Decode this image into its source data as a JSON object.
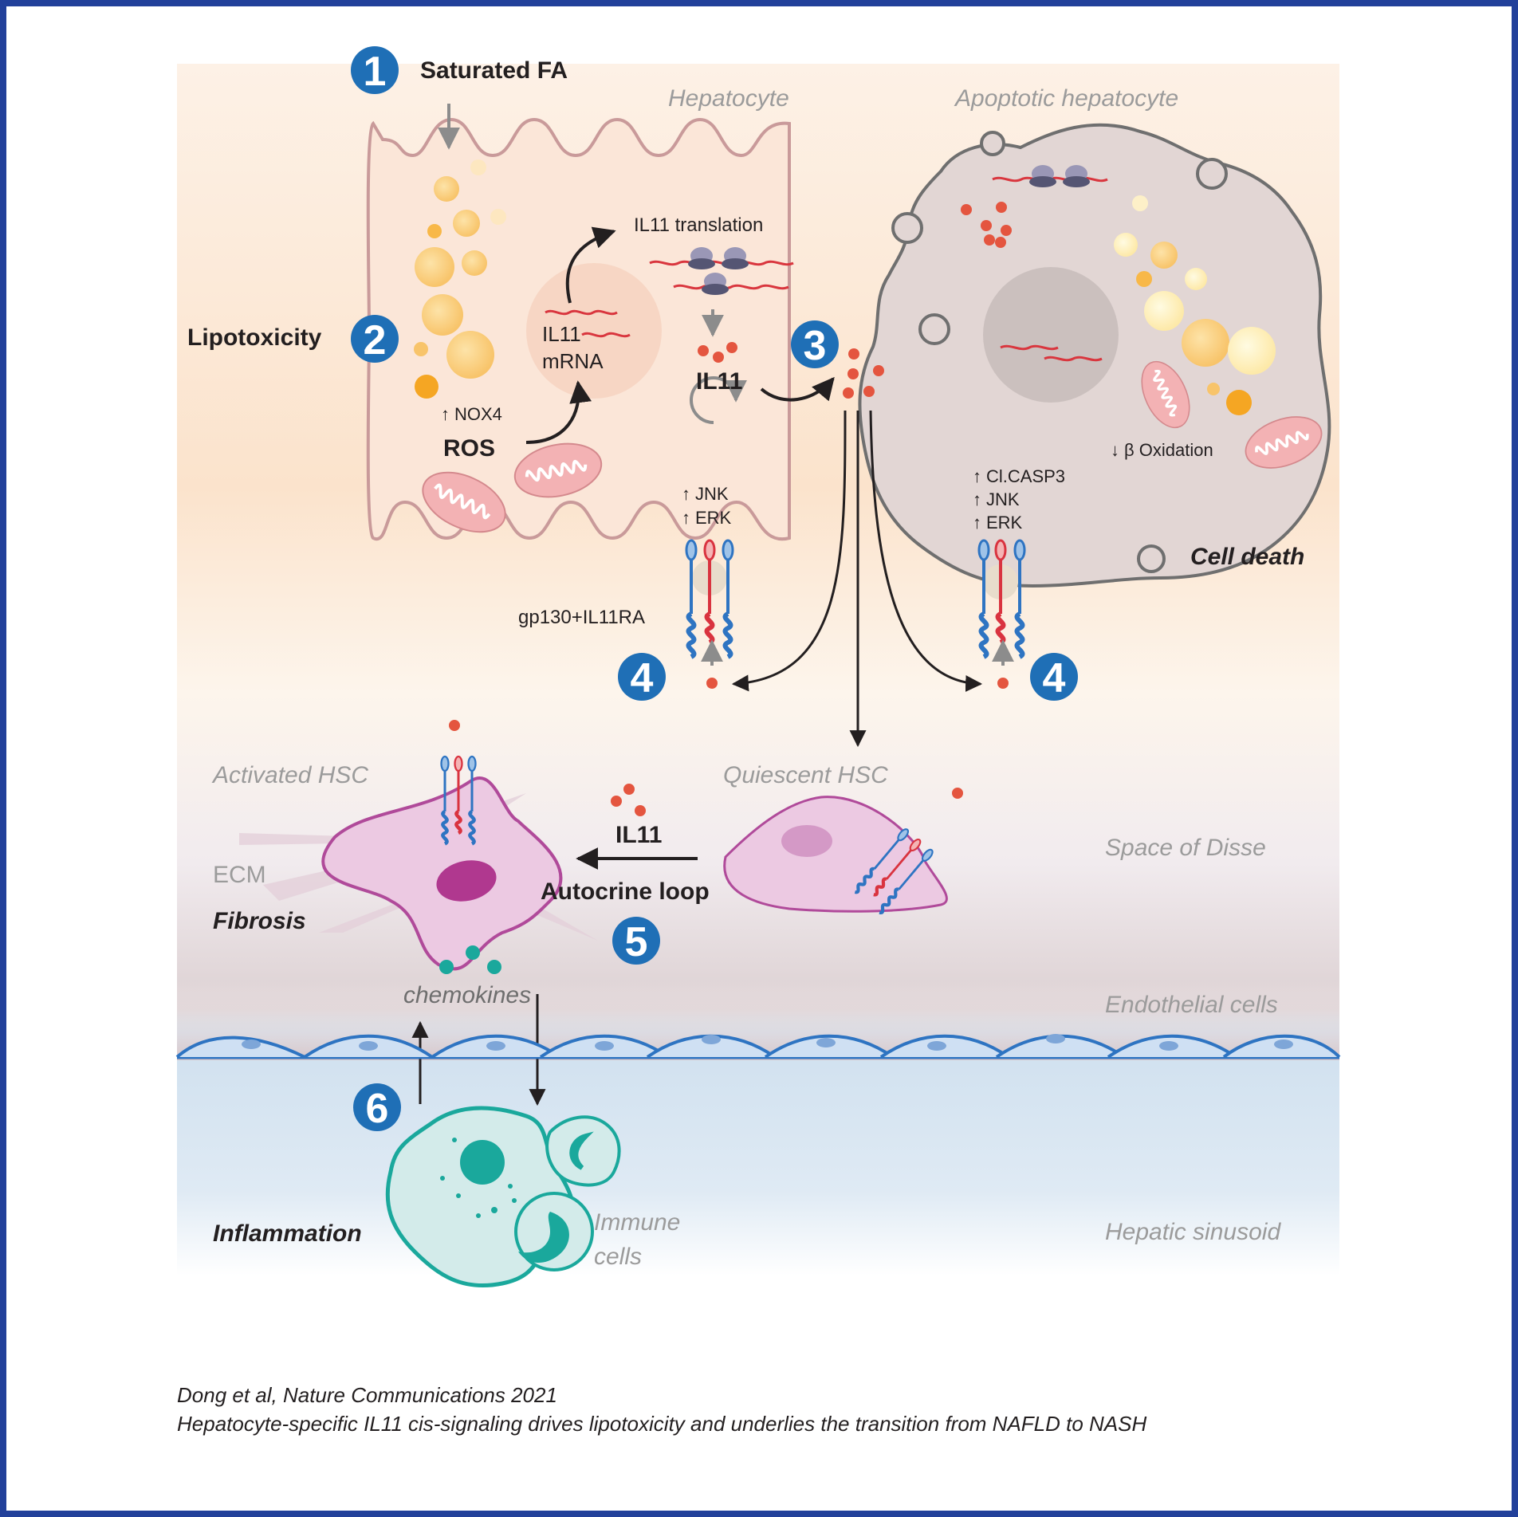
{
  "steps": [
    "1",
    "2",
    "3",
    "4",
    "4",
    "5",
    "6"
  ],
  "labels": {
    "saturated_fa": "Saturated FA",
    "hepatocyte": "Hepatocyte",
    "apoptotic_hepatocyte": "Apoptotic hepatocyte",
    "lipotoxicity": "Lipotoxicity",
    "il11_translation": "IL11 translation",
    "il11_mrna_line1": "IL11",
    "il11_mrna_line2": "mRNA",
    "il11": "IL11",
    "nox4": "NOX4",
    "ros": "ROS",
    "jnk": "JNK",
    "erk": "ERK",
    "gp130": "gp130+IL11RA",
    "cl_casp3": "Cl.CASP3",
    "beta_oxidation": "β Oxidation",
    "cell_death": "Cell death",
    "activated_hsc": "Activated HSC",
    "quiescent_hsc": "Quiescent HSC",
    "il11_autocrine": "IL11",
    "autocrine_loop": "Autocrine loop",
    "space_of_disse": "Space of Disse",
    "ecm": "ECM",
    "fibrosis": "Fibrosis",
    "chemokines": "chemokines",
    "endothelial_cells": "Endothelial cells",
    "inflammation": "Inflammation",
    "immune_cells_line1": "Immune",
    "immune_cells_line2": "cells",
    "hepatic_sinusoid": "Hepatic sinusoid"
  },
  "citation": {
    "line1": "Dong et al, Nature Communications 2021",
    "line2": "Hepatocyte-specific IL11 cis-signaling drives lipotoxicity and underlies the transition from NAFLD to NASH"
  },
  "colors": {
    "frame": "#22409a",
    "badge": "#1f6fb6",
    "il11_dot": "#e4553f",
    "chemokine": "#1aa89c",
    "hsc_activated": "#b04a9a",
    "membrane": "#c79b9b",
    "endothelial": "#2e74c2"
  }
}
